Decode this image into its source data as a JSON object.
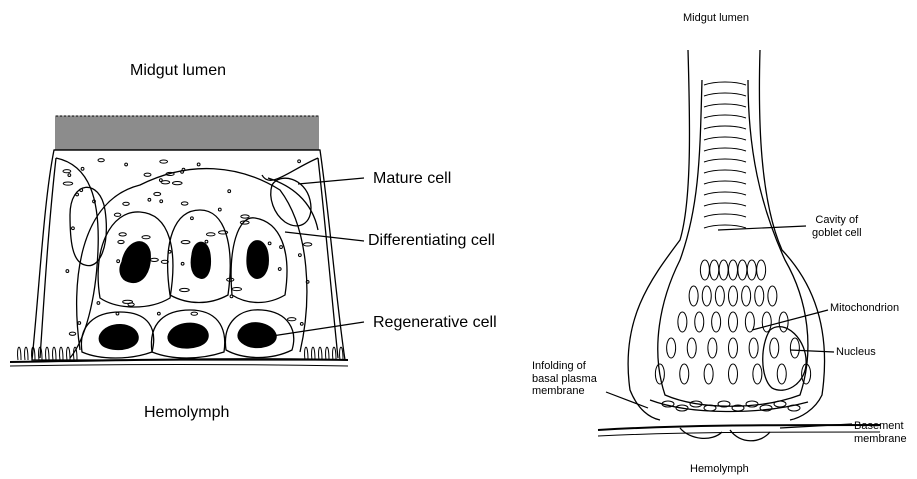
{
  "left_panel": {
    "top_label": "Midgut lumen",
    "bottom_label": "Hemolymph",
    "callouts": {
      "mature": "Mature cell",
      "differentiating": "Differentiating cell",
      "regenerative": "Regenerative cell"
    }
  },
  "right_panel": {
    "top_label": "Midgut lumen",
    "bottom_label": "Hemolymph",
    "callouts": {
      "cavity": "Cavity of\ngoblet cell",
      "mitochondrion": "Mitochondrion",
      "nucleus": "Nucleus",
      "infolding": "Infolding of\nbasal plasma\nmembrane",
      "basement": "Basement\nmembrane"
    }
  },
  "colors": {
    "ink": "#000000",
    "background": "#ffffff"
  }
}
